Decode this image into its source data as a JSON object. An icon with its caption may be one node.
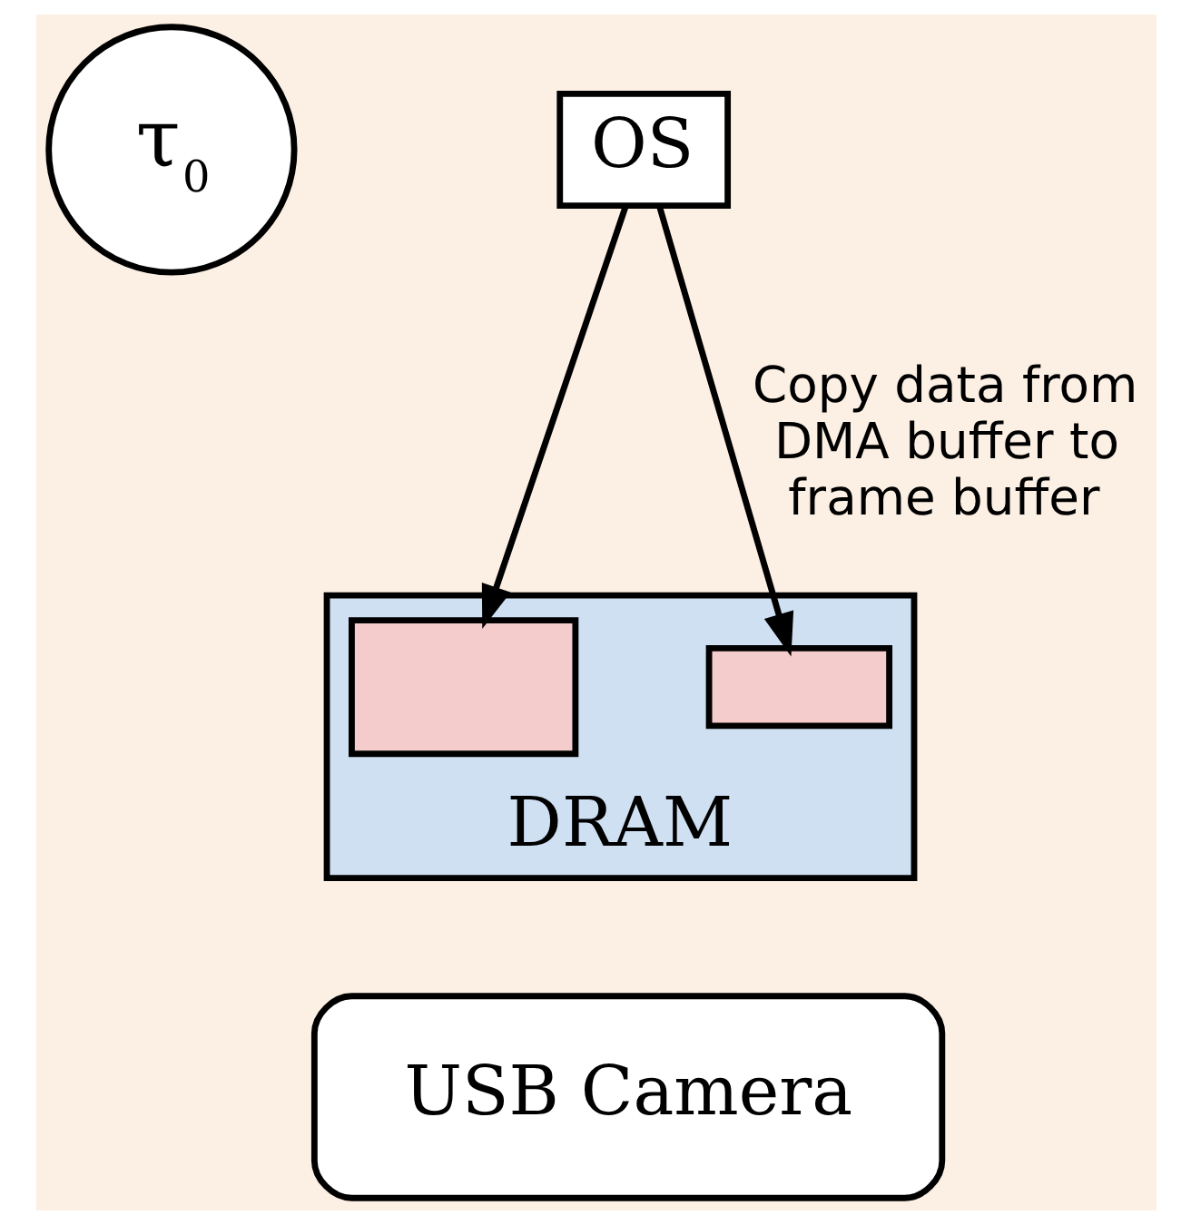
{
  "diagram": {
    "nodes": [
      {
        "text": [
          "τ$_{0}$"
        ]
      },
      {
        "text": [
          "OS"
        ]
      },
      {
        "text": [
          "DRAM"
        ]
      },
      {
        "text": [],
        "shape": "box",
        "in": 2
      },
      {
        "text": [],
        "shape": "box",
        "in": 2
      },
      {
        "text": [
          "USB Camera"
        ]
      }
    ],
    "edges": [
      {
        "from": 1,
        "to": 3,
        "arrow": "to"
      },
      {
        "from": 1,
        "to": 4,
        "arrow": "to",
        "label": "Copy data from DMA buffer to frame buffer"
      }
    ]
  }
}
